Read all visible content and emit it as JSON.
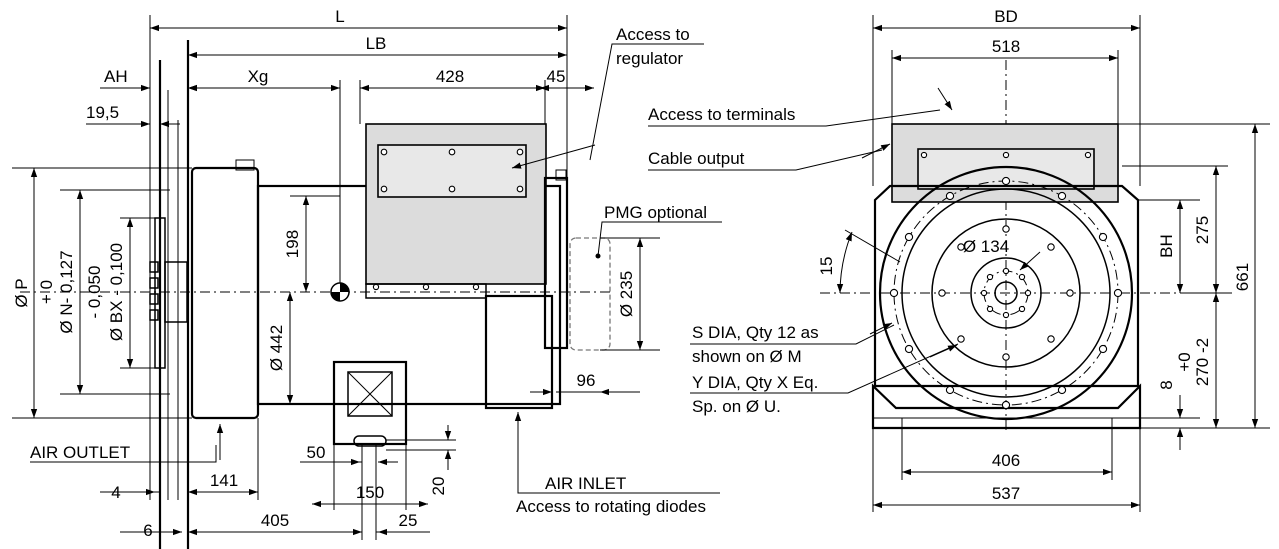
{
  "side_view": {
    "dims": {
      "L": "L",
      "LB": "LB",
      "AH": "AH",
      "Xg": "Xg",
      "d428": "428",
      "d45": "45",
      "d19_5": "19,5",
      "d198": "198",
      "d442": "Ø 442",
      "d235": "Ø 235",
      "d96": "96",
      "d141": "141",
      "d4": "4",
      "d6": "6",
      "d405": "405",
      "d25": "25",
      "d50": "50",
      "d150": "150",
      "d20": "20",
      "dP": "Ø P",
      "dN_tol_top": "+ 0",
      "dN": "Ø N- 0,127",
      "dBX_tol_top": "- 0,050",
      "dBX": "Ø BX - 0,100"
    },
    "labels": {
      "access_regulator_1": "Access to",
      "access_regulator_2": "regulator",
      "pmg": "PMG optional",
      "air_outlet": "AIR OUTLET",
      "air_inlet": "AIR INLET",
      "rotating_diodes": "Access to rotating diodes"
    }
  },
  "end_view": {
    "dims": {
      "BD": "BD",
      "d518": "518",
      "d134": "Ø 134",
      "d15": "15",
      "BH": "BH",
      "d275": "275",
      "d661": "661",
      "d270": "270 -2",
      "d270_tol": "+0",
      "d8": "8",
      "d406": "406",
      "d537": "537"
    },
    "labels": {
      "access_terminals": "Access to terminals",
      "cable_output": "Cable output",
      "s_dia_1": "S DIA, Qty 12 as",
      "s_dia_2": "shown on Ø M",
      "y_dia_1": "Y DIA, Qty X Eq.",
      "y_dia_2": "Sp. on Ø U."
    }
  }
}
